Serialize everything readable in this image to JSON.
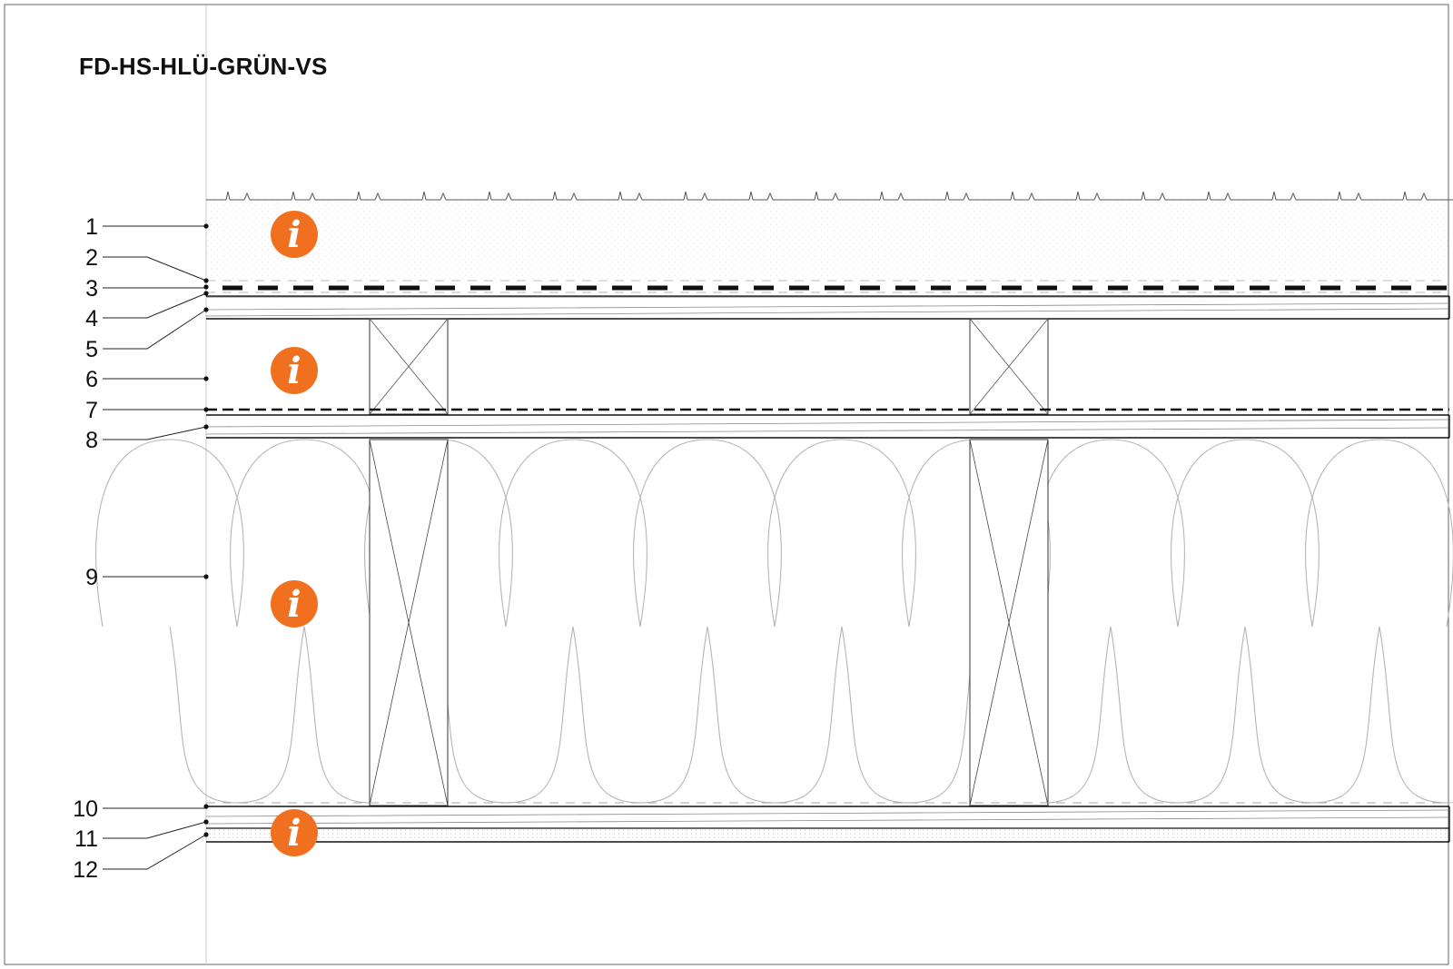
{
  "title": "FD-HS-HLÜ-GRÜN-VS",
  "layer_labels": [
    "1",
    "2",
    "3",
    "4",
    "5",
    "6",
    "7",
    "8",
    "9",
    "10",
    "11",
    "12"
  ],
  "info_buttons": [
    {
      "name": "info-button-layer-1",
      "glyph": "i"
    },
    {
      "name": "info-button-layer-6",
      "glyph": "i"
    },
    {
      "name": "info-button-layer-9",
      "glyph": "i"
    },
    {
      "name": "info-button-layer-11",
      "glyph": "i"
    }
  ],
  "icons": {
    "info": "info-icon"
  },
  "colors": {
    "accent": "#F07020",
    "line": "#111111",
    "thin_line": "#999999",
    "insulation": "#b5b5b5"
  }
}
